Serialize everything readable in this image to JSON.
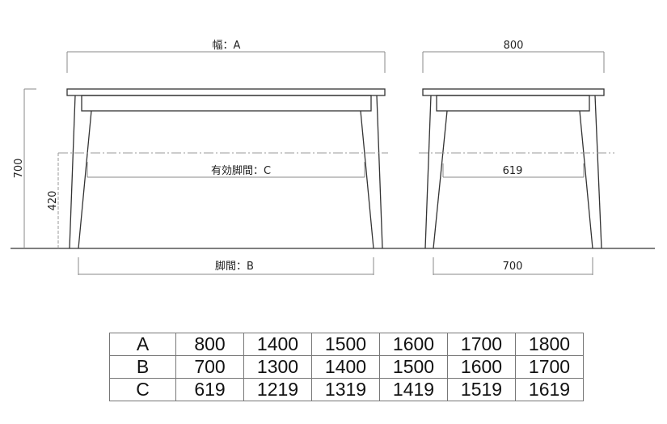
{
  "front_view": {
    "width_label": "幅：A",
    "effective_leg_span_label": "有効脚間：C",
    "leg_span_label": "脚間：B",
    "height_label": "700",
    "lower_height_label": "420"
  },
  "side_view": {
    "width_label": "800",
    "effective_leg_span_label": "619",
    "leg_span_label": "700"
  },
  "size_table": {
    "rows": [
      {
        "label": "A",
        "values": [
          "800",
          "1400",
          "1500",
          "1600",
          "1700",
          "1800"
        ]
      },
      {
        "label": "B",
        "values": [
          "700",
          "1300",
          "1400",
          "1500",
          "1600",
          "1700"
        ]
      },
      {
        "label": "C",
        "values": [
          "619",
          "1219",
          "1319",
          "1419",
          "1519",
          "1619"
        ]
      }
    ]
  }
}
